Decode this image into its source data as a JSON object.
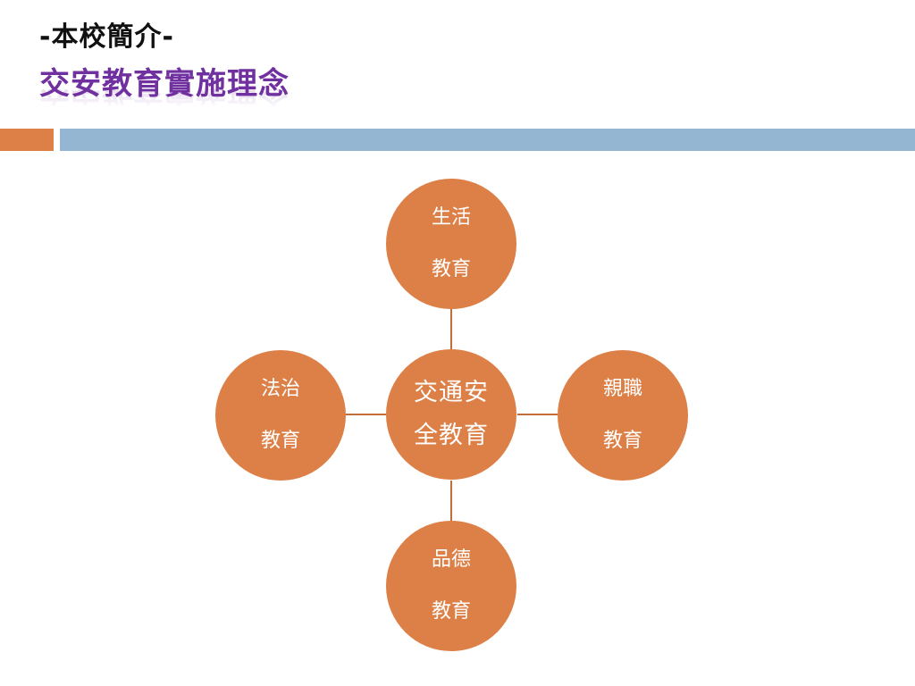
{
  "slide": {
    "section_label": "-本校簡介-",
    "title": "交安教育實施理念"
  },
  "colors": {
    "accent_orange": "#dd8047",
    "accent_blue": "#94b6d2",
    "title_purple": "#7030a0",
    "connector": "#c36d39"
  },
  "diagram": {
    "center": {
      "line1": "交通安",
      "line2": "全教育"
    },
    "top": {
      "line1": "生活",
      "line2": "教育"
    },
    "left": {
      "line1": "法治",
      "line2": "教育"
    },
    "right": {
      "line1": "親職",
      "line2": "教育"
    },
    "bottom": {
      "line1": "品德",
      "line2": "教育"
    }
  }
}
